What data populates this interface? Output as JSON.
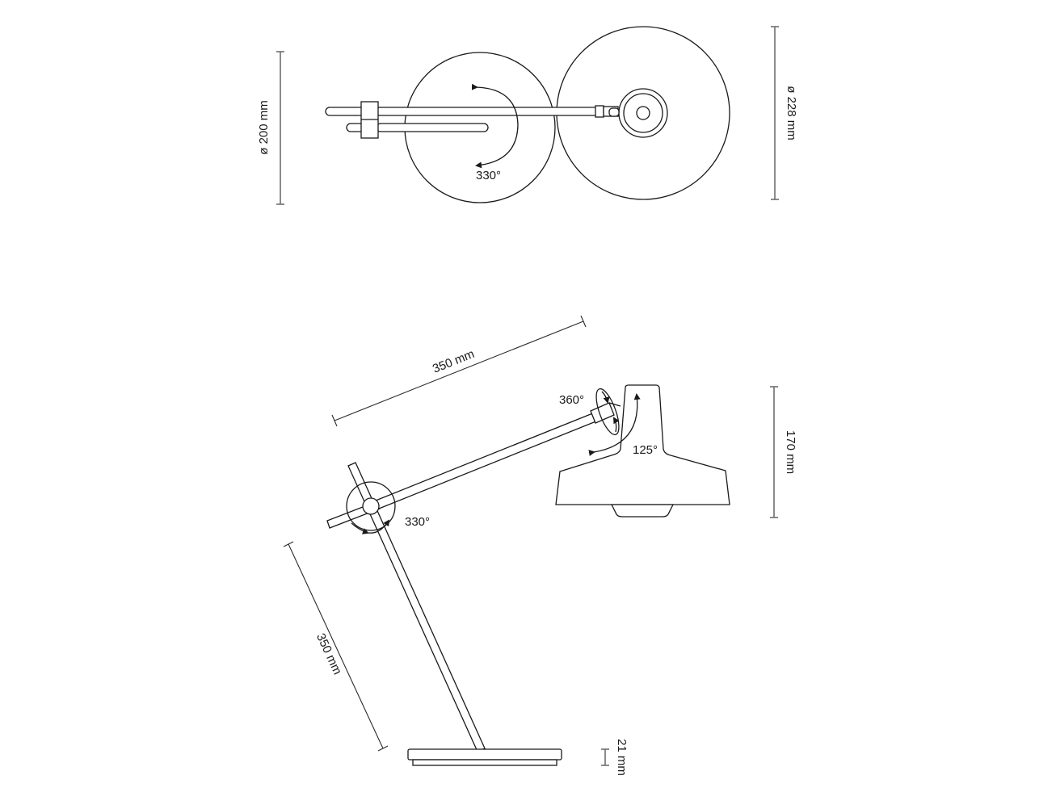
{
  "diagram": {
    "title": "",
    "subject": "desk lamp technical drawing",
    "top_view": {
      "base_diameter_label": "ø 200 mm",
      "shade_diameter_label": "ø 228 mm",
      "rotation_label": "330°"
    },
    "side_view": {
      "upper_arm_length_label": "350 mm",
      "lower_arm_length_label": "350 mm",
      "shade_height_label": "170 mm",
      "base_height_label": "21 mm",
      "joint_rotation_label": "330°",
      "shade_swivel_label": "360°",
      "shade_tilt_label": "125°"
    },
    "colors": {
      "line": "#1a1a1a",
      "dimension": "#6e6e6e",
      "background": "#ffffff"
    }
  }
}
